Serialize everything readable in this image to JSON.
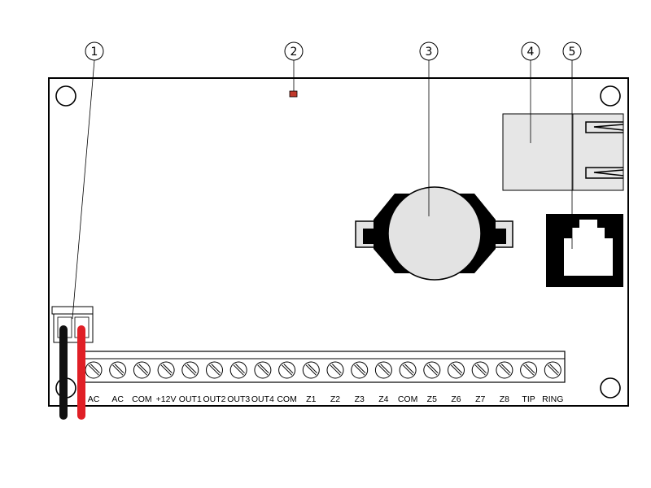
{
  "callouts": [
    {
      "label": "1",
      "part": "battery-leads"
    },
    {
      "label": "2",
      "part": "led"
    },
    {
      "label": "3",
      "part": "battery"
    },
    {
      "label": "4",
      "part": "usb-port"
    },
    {
      "label": "5",
      "part": "rj-jack"
    }
  ],
  "terminals": [
    "AC",
    "AC",
    "COM",
    "+12V",
    "OUT1",
    "OUT2",
    "OUT3",
    "OUT4",
    "COM",
    "Z1",
    "Z2",
    "Z3",
    "Z4",
    "COM",
    "Z5",
    "Z6",
    "Z7",
    "Z8",
    "TIP",
    "RING"
  ],
  "colors": {
    "board_outline": "#000000",
    "wire_black": "#111111",
    "wire_red": "#e01f26",
    "led": "#c0392b",
    "usb_fill": "#e6e6e6",
    "battery_fill": "#e3e3e3"
  }
}
